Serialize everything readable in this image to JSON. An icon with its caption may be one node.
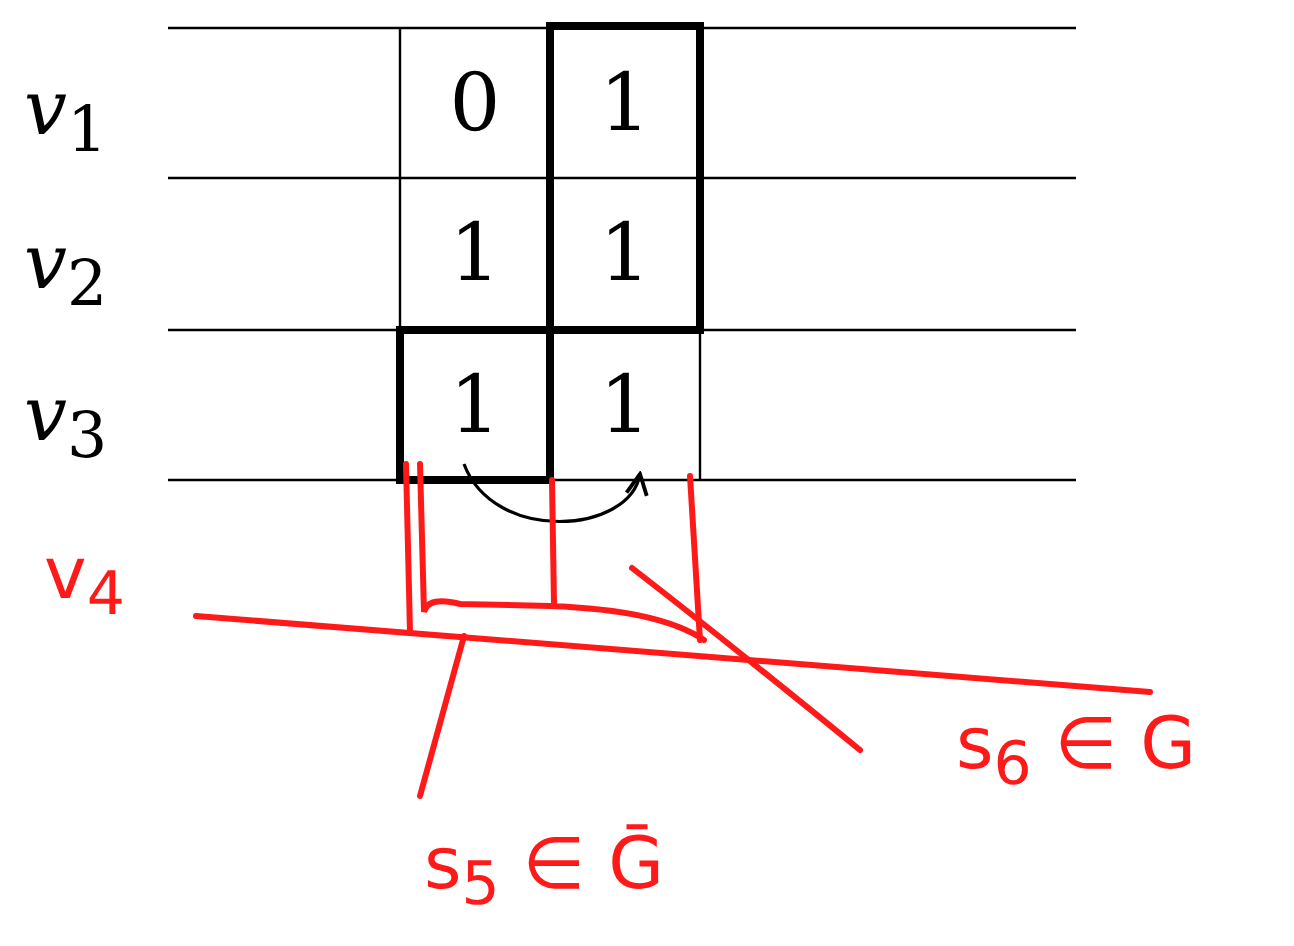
{
  "diagram": {
    "nodes": [
      {
        "text": [
          "0"
        ]
      },
      {
        "text": [
          "1"
        ]
      },
      {
        "text": [
          "1"
        ]
      },
      {
        "text": [
          "1"
        ]
      },
      {
        "text": [
          "1"
        ]
      },
      {
        "text": [
          "1"
        ]
      }
    ],
    "edges": [
      {
        "from": 4,
        "to": 5,
        "arrow": "to"
      }
    ],
    "labels": [
      "*v*$_{1}$",
      "*v*$_{2}$",
      "*v*$_{3}$",
      "v$_{4}$",
      "s$_{5}$ ∈ Ḡ",
      "s$_{6}$ ∈ G"
    ]
  }
}
